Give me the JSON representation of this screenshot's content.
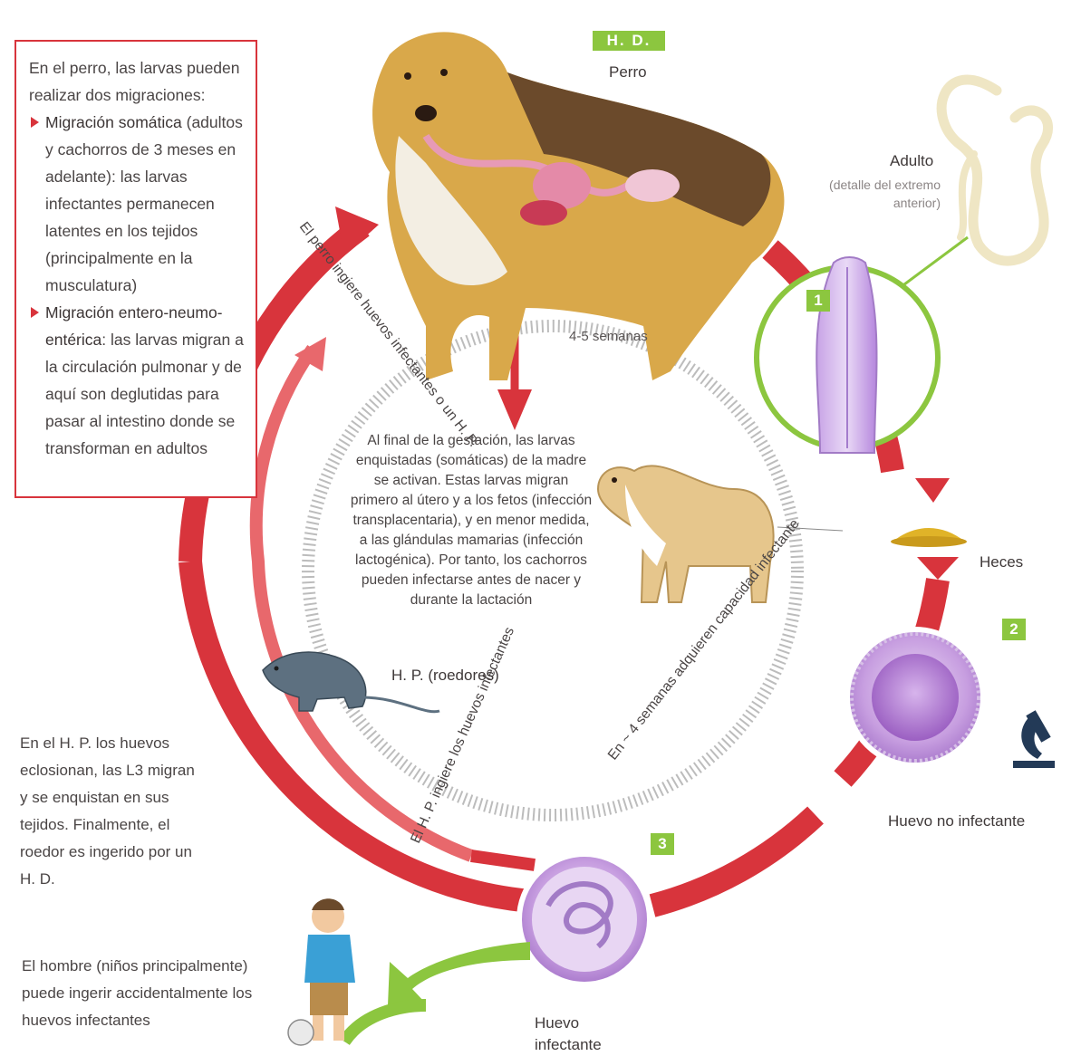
{
  "host_definitive": {
    "badge": "H. D.",
    "name": "Perro"
  },
  "migration_box": {
    "intro": "En el perro, las larvas pueden realizar dos migraciones:",
    "items": [
      {
        "title": "Migración somática",
        "text": "(adultos y cachorros de 3 meses en adelante): las larvas infectantes permanecen latentes en los tejidos (principalmente en la musculatura)"
      },
      {
        "title": "Migración entero-neumo-entérica",
        "text": ": las larvas migran a la circulación pulmonar y de aquí son deglutidas para pasar al intestino donde se transforman en adultos"
      }
    ]
  },
  "adult": {
    "label": "Adulto",
    "detail": "(detalle del extremo anterior)"
  },
  "stages": [
    {
      "number": "1"
    },
    {
      "number": "2"
    },
    {
      "number": "3"
    }
  ],
  "labels": {
    "feces": "Heces",
    "egg_not_infective": "Huevo no infectante",
    "egg_infective": "Huevo infectante",
    "weeks": "4-5 semanas",
    "rodent": "H. P. (roedores)",
    "dog_ingests": "El perro ingiere huevos infectantes o un H. P.",
    "hp_ingests": "El H. P. ingiere los huevos infectantes",
    "four_weeks": "En ~ 4 semanas adquieren capacidad infectante"
  },
  "gestation_text": "Al final de la gestación, las larvas enquistadas (somáticas) de la madre se activan. Estas larvas migran primero al útero y a los fetos (infección transplacentaria), y en menor medida, a las glándulas mamarias (infección lactogénica). Por tanto, los cachorros pueden infectarse antes de nacer y durante la lactación",
  "hp_text": "En el H. P. los huevos eclosionan, las L3 migran y se enquistan en sus tejidos. Finalmente, el roedor es ingerido por un H. D.",
  "human_text": "El hombre (niños principalmente) puede ingerir accidentalmente los huevos infectantes",
  "colors": {
    "cycle_red": "#d8343c",
    "light_red": "#e8686c",
    "accent_green": "#8cc63f",
    "egg_purple": "#b98ad6",
    "feces_yellow": "#e0b328",
    "text_gray": "#4a4545"
  }
}
